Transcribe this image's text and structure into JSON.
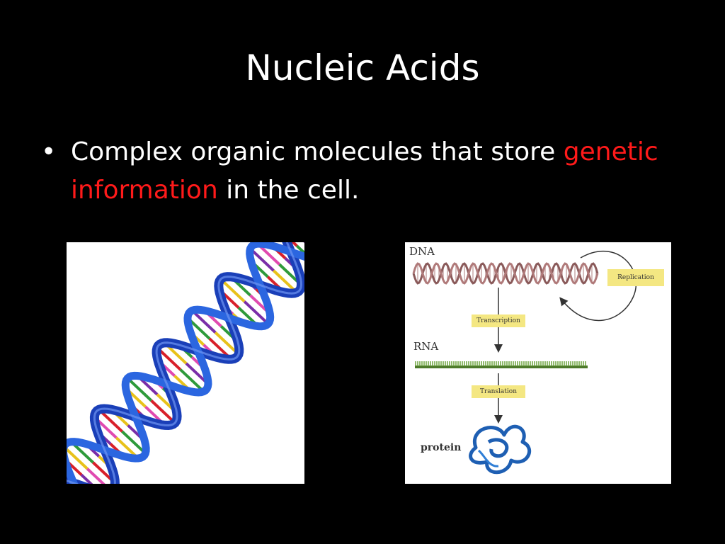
{
  "slide": {
    "title": "Nucleic Acids",
    "bullet": {
      "marker": "•",
      "text_before": "Complex organic molecules that store ",
      "highlight": "genetic information",
      "text_after": " in the cell."
    },
    "highlight_color": "#ff1a1a"
  },
  "dna_image": {
    "icon": "dna-double-helix-icon"
  },
  "central_dogma": {
    "dna_label": "DNA",
    "rna_label": "RNA",
    "protein_label": "protein",
    "replication_label": "Replication",
    "transcription_label": "Transcription",
    "translation_label": "Translation"
  }
}
